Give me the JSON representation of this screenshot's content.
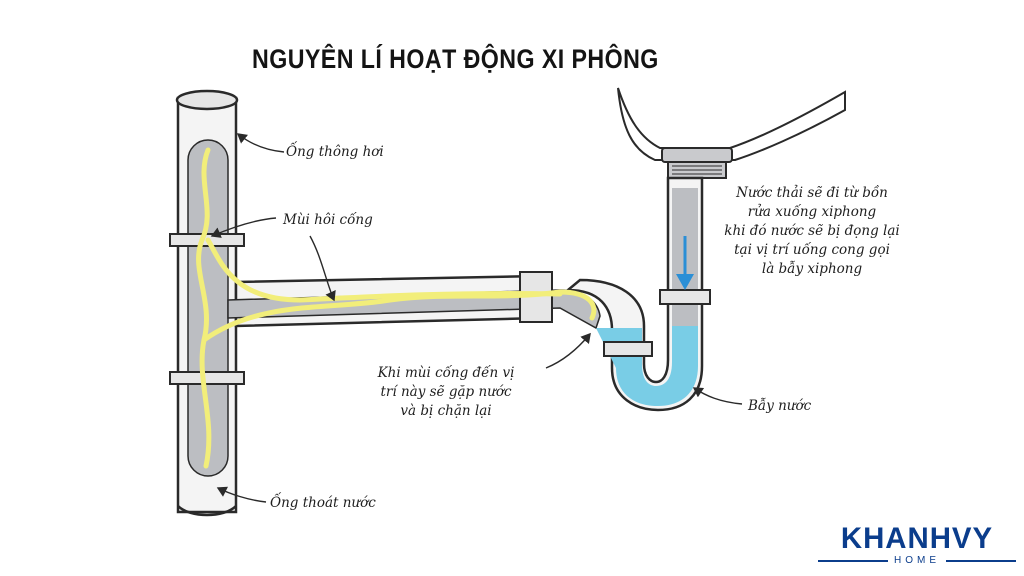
{
  "title": "NGUYÊN LÍ HOẠT ĐỘNG XI PHÔNG",
  "labels": {
    "vent_pipe": "Ống thông hơi",
    "sewer_smell": "Mùi hôi cống",
    "drain_pipe": "Ống thoát nước",
    "water_trap": "Bẫy nước"
  },
  "note_block": {
    "lines": [
      "Khi mùi cống đến vị",
      "trí này sẽ gặp nước",
      "và bị chặn lại"
    ]
  },
  "right_block": {
    "lines": [
      "Nước thải sẽ đi từ bồn",
      "rửa xuống xiphong",
      "khi đó nước sẽ bị đọng lại",
      "tại vị trí uống cong gọi",
      "là bẫy xiphong"
    ]
  },
  "logo": {
    "name": "KHANHVY",
    "sub": "HOME"
  },
  "colors": {
    "pipe_fill": "#bcbec2",
    "pipe_outline": "#2a2a2a",
    "smell_yellow": "#f2ee7a",
    "water_blue": "#79cde6",
    "arrow_blue": "#2b8fd6",
    "brand_blue": "#0b3d8c"
  },
  "icons": [
    "flow-down-arrow-icon",
    "leader-arrow-icon"
  ]
}
